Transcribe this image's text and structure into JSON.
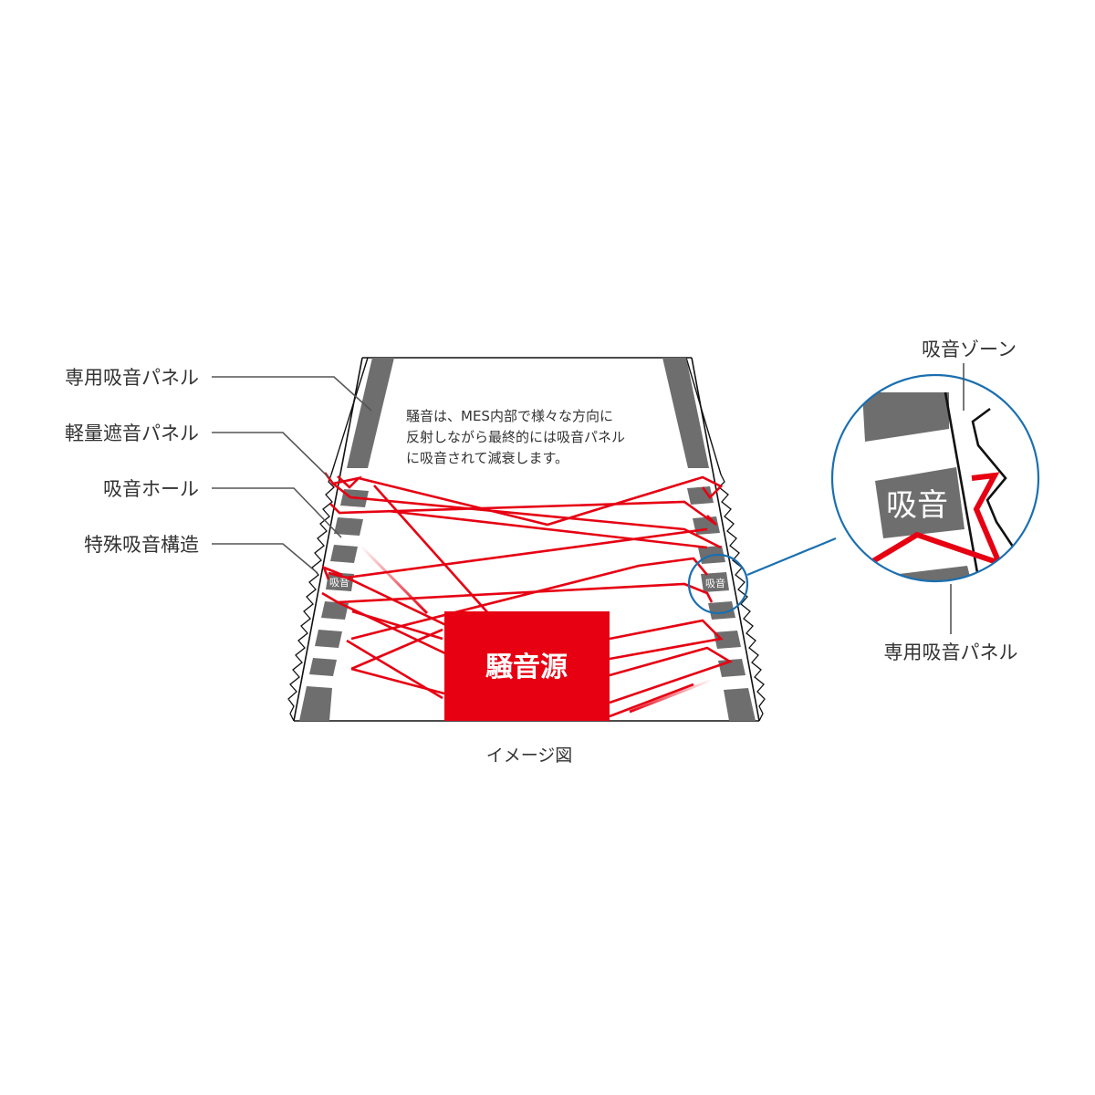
{
  "labels": {
    "left": [
      {
        "text": "専用吸音パネル"
      },
      {
        "text": "軽量遮音パネル"
      },
      {
        "text": "吸音ホール"
      },
      {
        "text": "特殊吸音構造"
      }
    ],
    "description": [
      "騒音は、MES内部で様々な方向に",
      "反射しながら最終的には吸音パネル",
      "に吸音されて減衰します。"
    ],
    "noise_source": "騒音源",
    "absorb_tag": "吸音",
    "caption": "イメージ図",
    "zoom": {
      "top_label": "吸音ゾーン",
      "bottom_label": "専用吸音パネル",
      "tag": "吸音"
    }
  },
  "colors": {
    "panel_gray": "#6e6e6e",
    "noise_red": "#e60012",
    "zoom_blue": "#1a6fb0",
    "leader_gray": "#555555",
    "text": "#333333"
  }
}
